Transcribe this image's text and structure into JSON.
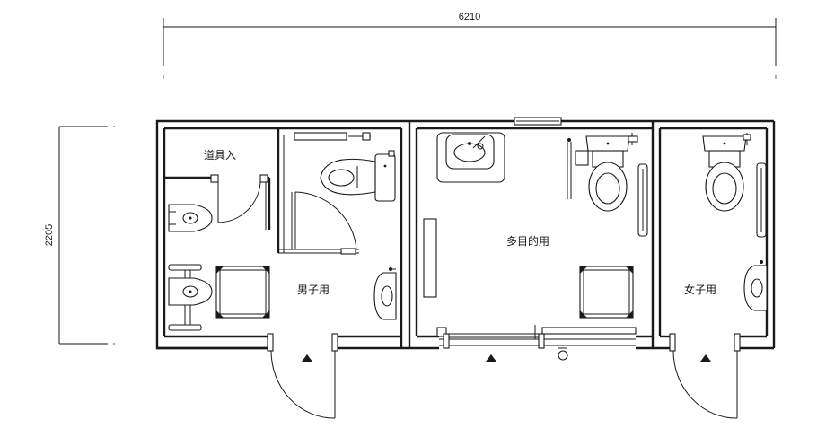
{
  "dimensions": {
    "width": "6210",
    "height": "2205"
  },
  "rooms": {
    "storage": "道具入",
    "mens": "男子用",
    "multipurpose": "多目的用",
    "womens": "女子用"
  }
}
